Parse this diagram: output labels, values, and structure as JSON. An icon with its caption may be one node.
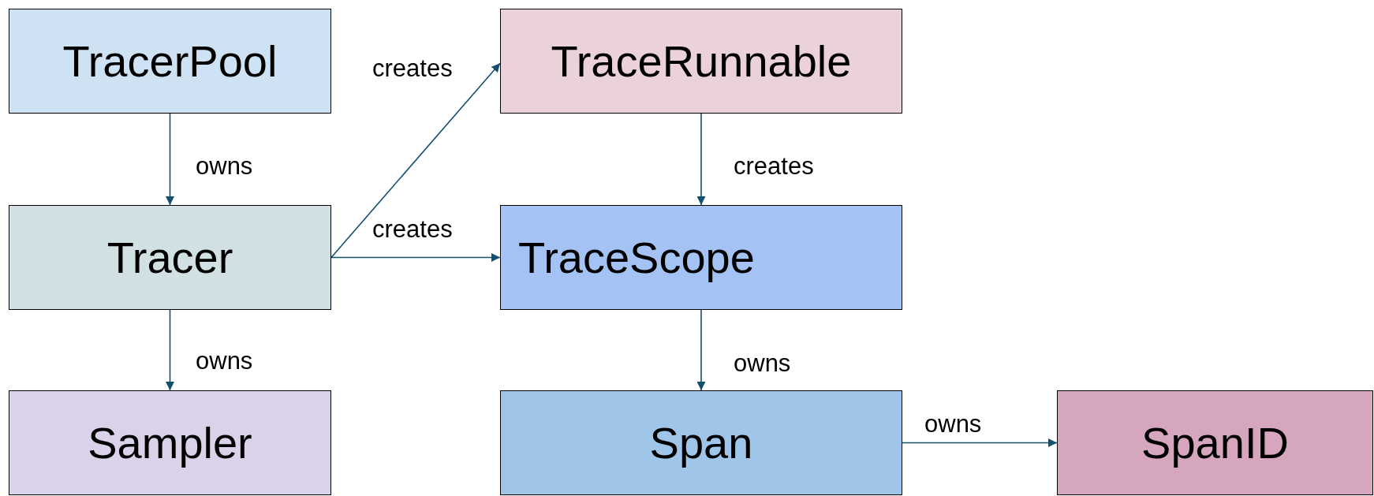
{
  "diagram": {
    "nodes": [
      {
        "text": [
          "TracerPool"
        ]
      },
      {
        "text": [
          "TraceRunnable"
        ]
      },
      {
        "text": [
          "Tracer"
        ]
      },
      {
        "text": [
          "TraceScope"
        ]
      },
      {
        "text": [
          "Sampler"
        ]
      },
      {
        "text": [
          "Span"
        ]
      },
      {
        "text": [
          "SpanID"
        ]
      }
    ],
    "edges": [
      {
        "from": 0,
        "to": 2,
        "arrow": "to",
        "label": "owns"
      },
      {
        "from": 2,
        "to": 1,
        "arrow": "to",
        "label": "creates"
      },
      {
        "from": 2,
        "to": 3,
        "arrow": "to",
        "label": "creates"
      },
      {
        "from": 1,
        "to": 3,
        "arrow": "to",
        "label": "creates"
      },
      {
        "from": 2,
        "to": 4,
        "arrow": "to",
        "label": "owns"
      },
      {
        "from": 3,
        "to": 5,
        "arrow": "to",
        "label": "owns"
      },
      {
        "from": 5,
        "to": 6,
        "arrow": "to",
        "label": "owns"
      }
    ]
  }
}
